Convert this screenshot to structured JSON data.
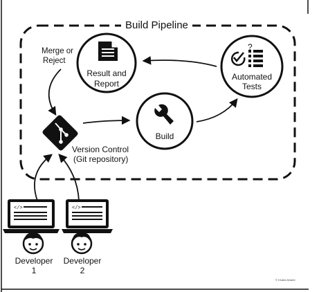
{
  "pipeline": {
    "title": "Build Pipeline"
  },
  "nodes": {
    "result_report": {
      "label_line1": "Result and",
      "label_line2": "Report",
      "icon": "document-icon"
    },
    "automated_tests": {
      "label_line1": "Automated",
      "label_line2": "Tests",
      "icon": "checklist-icon"
    },
    "build": {
      "label": "Build",
      "icon": "wrench-icon"
    },
    "version_control": {
      "label_line1": "Version Control",
      "label_line2": "(Git repository)",
      "icon": "git-icon"
    }
  },
  "merge_label": {
    "line1": "Merge or",
    "line2": "Reject"
  },
  "developers": [
    {
      "label_line1": "Developer",
      "label_line2": "1",
      "icon": "laptop-code-icon"
    },
    {
      "label_line1": "Developer",
      "label_line2": "2",
      "icon": "laptop-code-icon"
    }
  ],
  "credit": "© Khalid Alharbi",
  "colors": {
    "stroke": "#111111",
    "background": "#ffffff"
  }
}
